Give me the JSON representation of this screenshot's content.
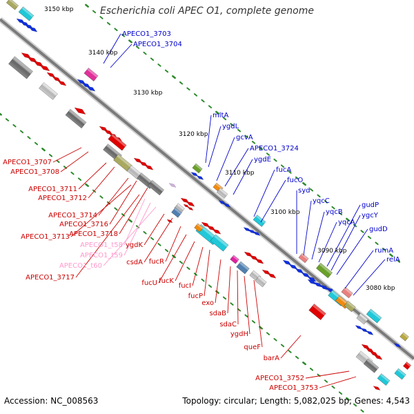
{
  "title": "Escherichia coli APEC O1, complete genome",
  "accession_label": "Accession: NC_008563",
  "summary_label": "Topology: circular; Length: 5,082,025 bp; Genes: 4,543",
  "colors": {
    "forward_label": "#0000cc",
    "reverse_label": "#cc0000",
    "trna_label": "#ff99cc",
    "backbone": "#808080",
    "tick": "#228b22"
  },
  "scale_labels": [
    "3150 kbp",
    "3140 kbp",
    "3130 kbp",
    "3120 kbp",
    "3110 kbp",
    "3100 kbp",
    "3090 kbp",
    "3080 kbp"
  ],
  "gene_labels": [
    "APECO1_3703",
    "APECO1_3704",
    "mltA",
    "ygdL",
    "gcvA",
    "APECO1_3724",
    "ygdE",
    "fucA",
    "fucO",
    "syd",
    "yqcC",
    "yqcB",
    "yqcA",
    "gudP",
    "ygcY",
    "gudD",
    "rumA",
    "relA",
    "APECO1_3707",
    "APECO1_3708",
    "APECO1_3711",
    "APECO1_3712",
    "APECO1_3714",
    "APECO1_3716",
    "APECO1_3718",
    "APECO1_3713",
    "APECO1_t58",
    "APECO1_t59",
    "APECO1_t60",
    "APECO1_3717",
    "ygdK",
    "csdA",
    "fucR",
    "fucU",
    "fucK",
    "fucI",
    "fucP",
    "exo",
    "sdaB",
    "sdaC",
    "ygdH",
    "queF",
    "barA",
    "APECO1_3752",
    "APECO1_3753"
  ]
}
